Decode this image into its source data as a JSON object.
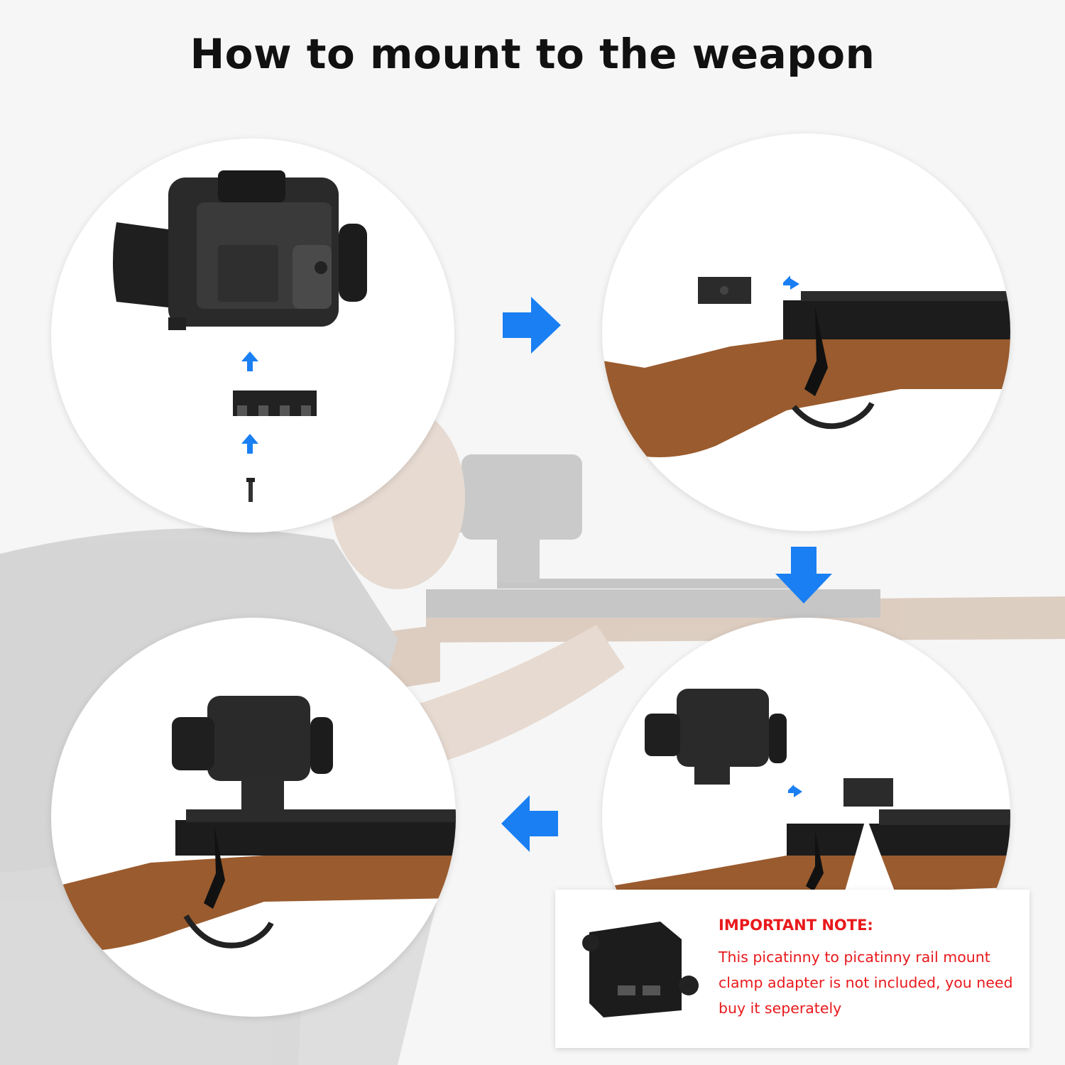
{
  "title": "How to mount to the weapon",
  "note": {
    "heading": "IMPORTANT NOTE:",
    "body": "This picatinny to picatinny rail mount clamp adapter is not included, you need buy it seperately"
  },
  "colors": {
    "arrow": "#1a7ff2",
    "note_text": "#e8191c",
    "wood": "#9a5b2e",
    "device": "#2a2a2a"
  },
  "icons": [
    "arrow-up-icon",
    "arrow-right-icon",
    "arrow-down-icon",
    "arrow-left-icon"
  ]
}
